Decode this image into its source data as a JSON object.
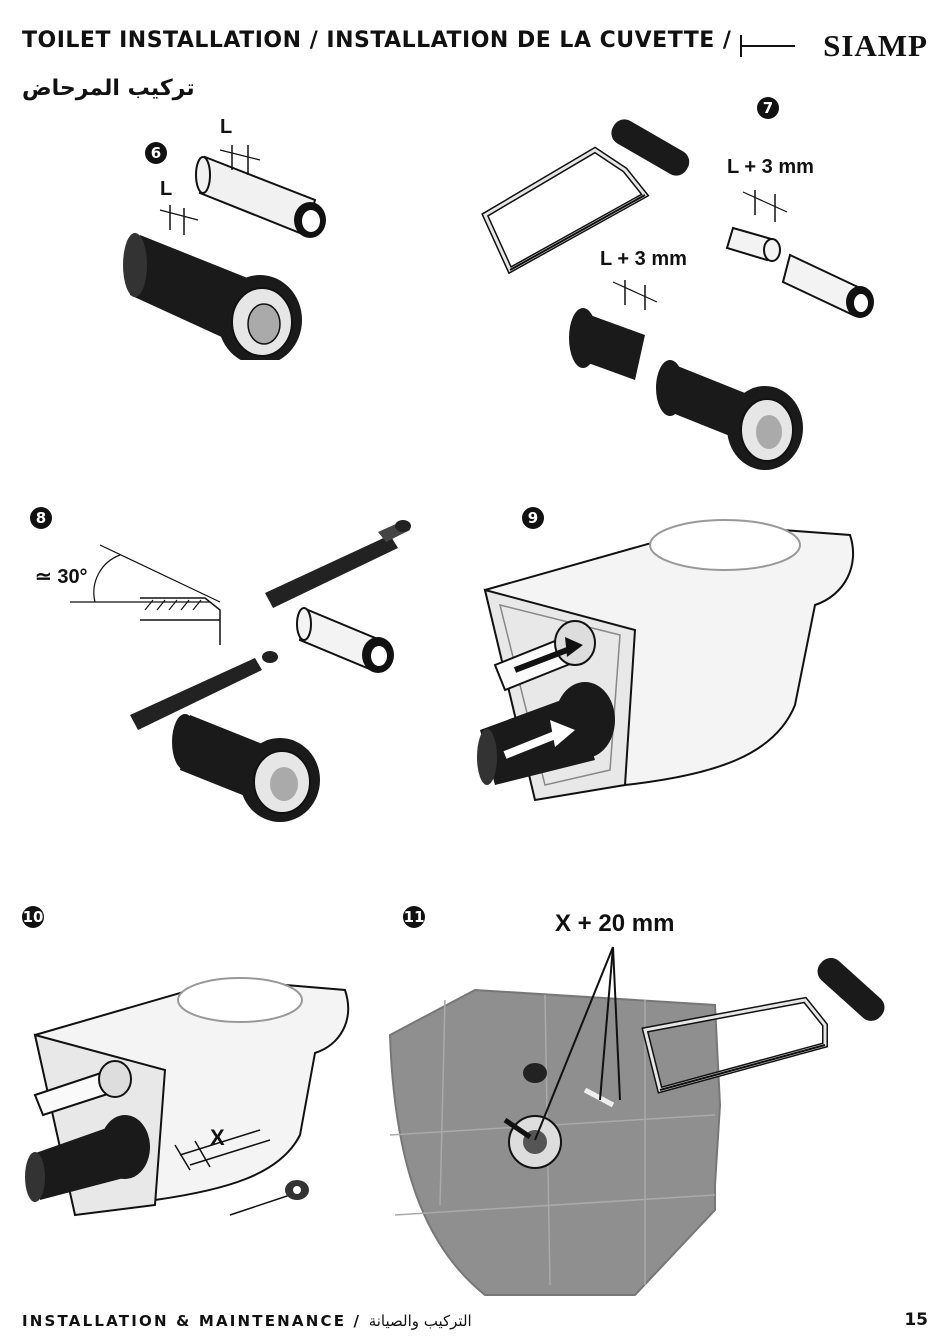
{
  "header": {
    "title": "TOILET INSTALLATION / INSTALLATION DE LA CUVETTE /",
    "logo": "SIAMP",
    "arabic_title": "تركيب المرحاض"
  },
  "steps": [
    {
      "number": "6",
      "labels": [
        "L",
        "L"
      ]
    },
    {
      "number": "7",
      "labels": [
        "L + 3 mm",
        "L + 3 mm"
      ]
    },
    {
      "number": "8",
      "labels": [
        "≃ 30°"
      ]
    },
    {
      "number": "9",
      "labels": []
    },
    {
      "number": "10",
      "labels": [
        "X"
      ]
    },
    {
      "number": "11",
      "labels": [
        "X + 20 mm"
      ]
    }
  ],
  "footer": {
    "text": "INSTALLATION & MAINTENANCE /",
    "arabic": "التركيب والصيانة",
    "page": "15"
  }
}
